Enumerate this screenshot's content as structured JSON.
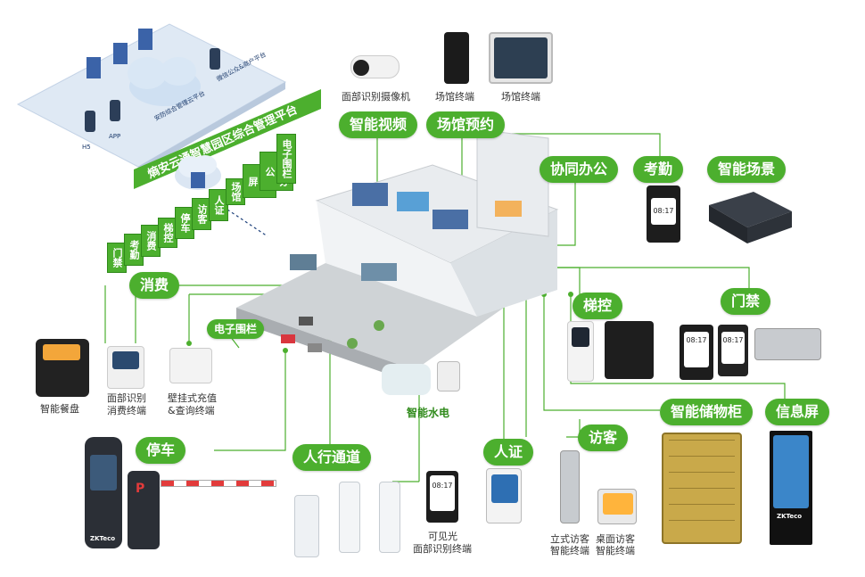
{
  "platform": {
    "title": "熵安云通智慧园区综合管理平台",
    "labels": [
      "安防综合管理云平台",
      "微信公众&商户平台",
      "H5",
      "APP"
    ]
  },
  "modules": [
    "门禁",
    "考勤",
    "消费",
    "梯控",
    "停车",
    "访客",
    "人证",
    "场馆",
    "信息屏",
    "协同办公",
    "电子围栏"
  ],
  "pills": {
    "video": "智能视频",
    "venue": "场馆预约",
    "office": "协同办公",
    "attendance": "考勤",
    "scene": "智能场景",
    "consume": "消费",
    "elevator": "梯控",
    "access": "门禁",
    "fence": "电子围栏",
    "water": "智能水电",
    "locker": "智能储物柜",
    "info": "信息屏",
    "parking": "停车",
    "pedestrian": "人行通道",
    "idcard": "人证",
    "visitor": "访客"
  },
  "captions": {
    "camera": "面部识别摄像机",
    "venue1": "场馆终端",
    "venue2": "场馆终端",
    "plate": "智能餐盘",
    "face_consume": [
      "面部识别",
      "消费终端"
    ],
    "wall": [
      "壁挂式充值",
      "&查询终端"
    ],
    "visible_light": [
      "可见光",
      "面部识别终端"
    ],
    "standing_visitor": [
      "立式访客",
      "智能终端"
    ],
    "desk_visitor": [
      "桌面访客",
      "智能终端"
    ]
  },
  "device_text": {
    "time": "08:17",
    "brand": "ZKTeco",
    "parking_p": "P"
  },
  "colors": {
    "green": "#4caf2e",
    "dark_green": "#2f8a1a",
    "platform_bg": "#dfe9f4"
  }
}
